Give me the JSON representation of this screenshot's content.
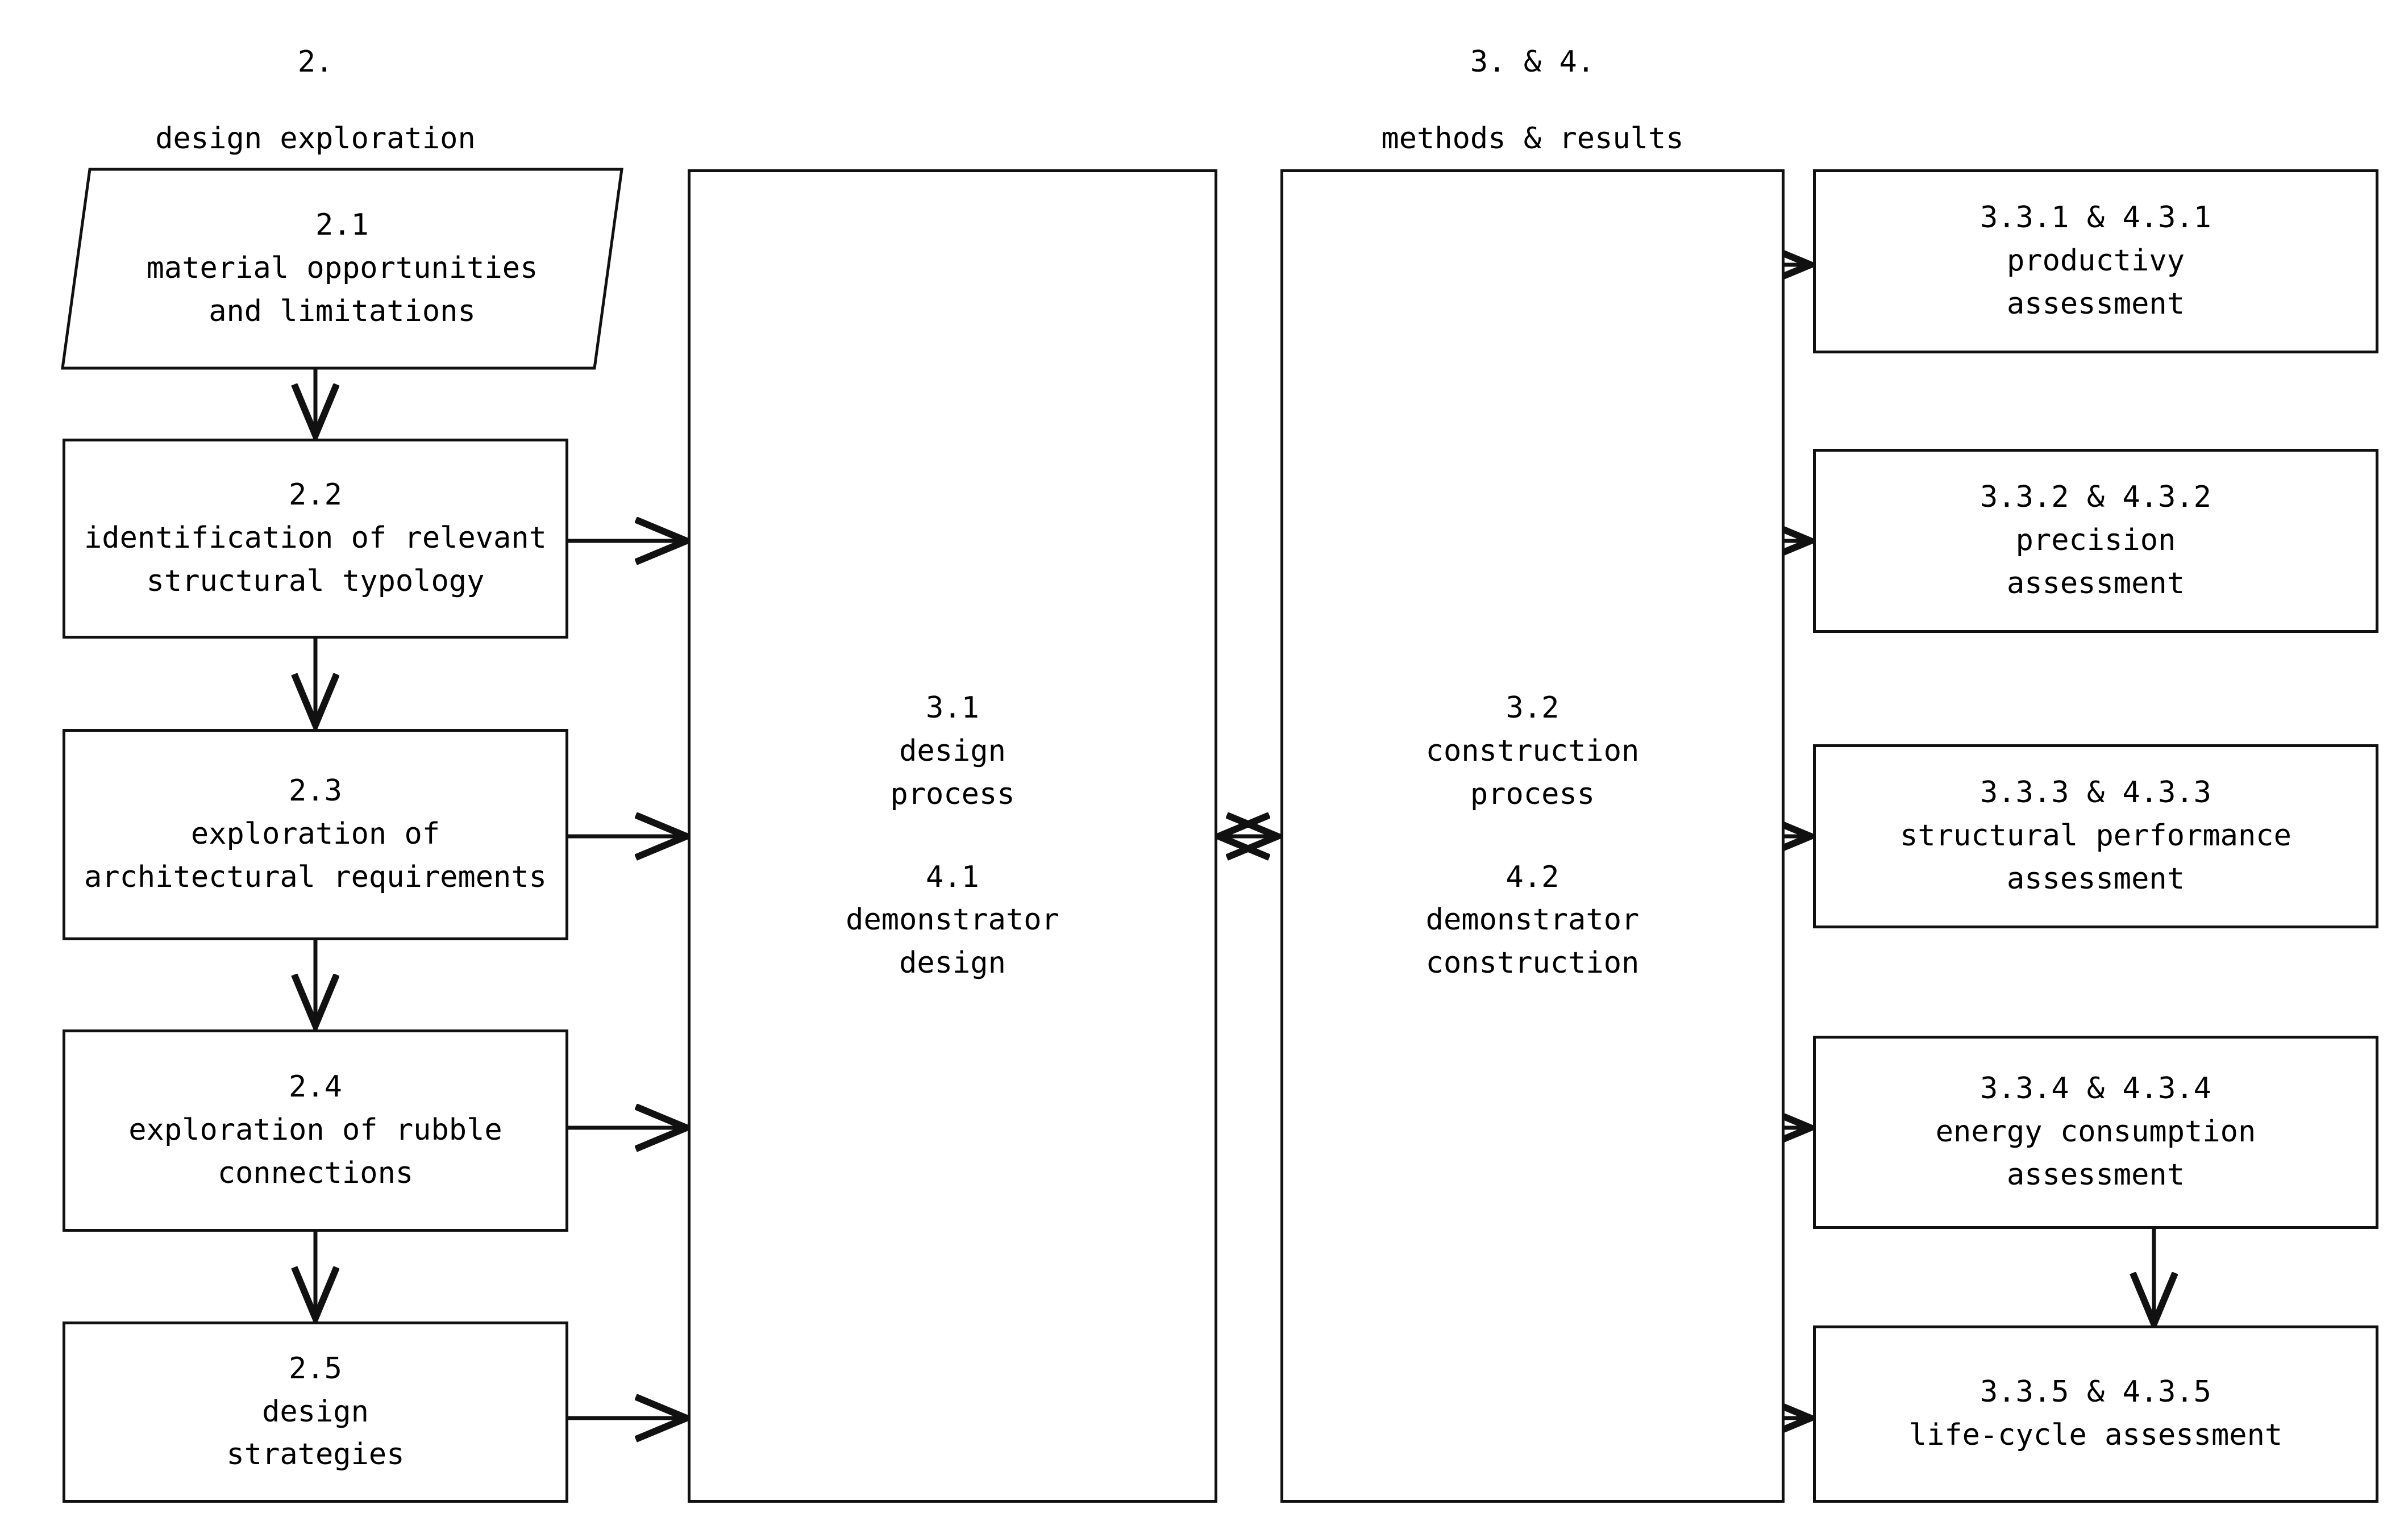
{
  "diagram": {
    "type": "flowchart",
    "background": "#ffffff",
    "stroke": "#111111",
    "text_color": "#000000"
  },
  "column_headers": [
    {
      "id": "head-2",
      "number": "2.",
      "label": "design exploration"
    },
    {
      "id": "head-34",
      "number": "3. & 4.",
      "label": "methods & results"
    }
  ],
  "left_column": [
    {
      "id": "2.1",
      "shape": "parallelogram",
      "number": "2.1",
      "lines": [
        "material opportunities",
        "and limitations"
      ]
    },
    {
      "id": "2.2",
      "shape": "rectangle",
      "number": "2.2",
      "lines": [
        "identification of relevant",
        "structural typology"
      ]
    },
    {
      "id": "2.3",
      "shape": "rectangle",
      "number": "2.3",
      "lines": [
        "exploration of",
        "architectural requirements"
      ]
    },
    {
      "id": "2.4",
      "shape": "rectangle",
      "number": "2.4",
      "lines": [
        "exploration of rubble",
        "connections"
      ]
    },
    {
      "id": "2.5",
      "shape": "rectangle",
      "number": "2.5",
      "lines": [
        "design",
        "strategies"
      ]
    }
  ],
  "middle_columns": [
    {
      "id": "col-3.1",
      "shape": "rectangle",
      "top_number": "3.1",
      "top_lines": [
        "design",
        "process"
      ],
      "bottom_number": "4.1",
      "bottom_lines": [
        "demonstrator",
        "design"
      ]
    },
    {
      "id": "col-3.2",
      "shape": "rectangle",
      "top_number": "3.2",
      "top_lines": [
        "construction",
        "process"
      ],
      "bottom_number": "4.2",
      "bottom_lines": [
        "demonstrator",
        "construction"
      ]
    }
  ],
  "right_column": [
    {
      "id": "3.3.1",
      "number": "3.3.1 & 4.3.1",
      "lines": [
        "productivy",
        "assessment"
      ]
    },
    {
      "id": "3.3.2",
      "number": "3.3.2 & 4.3.2",
      "lines": [
        "precision",
        "assessment"
      ]
    },
    {
      "id": "3.3.3",
      "number": "3.3.3 & 4.3.3",
      "lines": [
        "structural performance",
        "assessment"
      ]
    },
    {
      "id": "3.3.4",
      "number": "3.3.4 & 4.3.4",
      "lines": [
        "energy consumption",
        "assessment"
      ]
    },
    {
      "id": "3.3.5",
      "number": "3.3.5 & 4.3.5",
      "lines": [
        "life-cycle assessment"
      ]
    }
  ],
  "connectors": [
    {
      "id": "arrow-2.1-to-2.2",
      "from": "2.1",
      "to": "2.2",
      "direction": "down"
    },
    {
      "id": "arrow-2.2-to-2.3",
      "from": "2.2",
      "to": "2.3",
      "direction": "down"
    },
    {
      "id": "arrow-2.3-to-2.4",
      "from": "2.3",
      "to": "2.4",
      "direction": "down"
    },
    {
      "id": "arrow-2.4-to-2.5",
      "from": "2.4",
      "to": "2.5",
      "direction": "down"
    },
    {
      "id": "arrow-2.2-to-3.1",
      "from": "2.2",
      "to": "col-3.1",
      "direction": "right"
    },
    {
      "id": "arrow-2.3-to-3.1",
      "from": "2.3",
      "to": "col-3.1",
      "direction": "right"
    },
    {
      "id": "arrow-2.4-to-3.1",
      "from": "2.4",
      "to": "col-3.1",
      "direction": "right"
    },
    {
      "id": "arrow-2.5-to-3.1",
      "from": "2.5",
      "to": "col-3.1",
      "direction": "right"
    },
    {
      "id": "arrow-3.1-to-3.2",
      "from": "col-3.1",
      "to": "col-3.2",
      "direction": "bidirectional"
    },
    {
      "id": "arrow-3.2-to-3.3.1",
      "from": "col-3.2",
      "to": "3.3.1",
      "direction": "right"
    },
    {
      "id": "arrow-3.2-to-3.3.2",
      "from": "col-3.2",
      "to": "3.3.2",
      "direction": "right"
    },
    {
      "id": "arrow-3.2-to-3.3.3",
      "from": "col-3.2",
      "to": "3.3.3",
      "direction": "right"
    },
    {
      "id": "arrow-3.2-to-3.3.4",
      "from": "col-3.2",
      "to": "3.3.4",
      "direction": "right"
    },
    {
      "id": "arrow-3.2-to-3.3.5",
      "from": "col-3.2",
      "to": "3.3.5",
      "direction": "right"
    },
    {
      "id": "arrow-3.3.4-to-3.3.5",
      "from": "3.3.4",
      "to": "3.3.5",
      "direction": "down"
    }
  ]
}
